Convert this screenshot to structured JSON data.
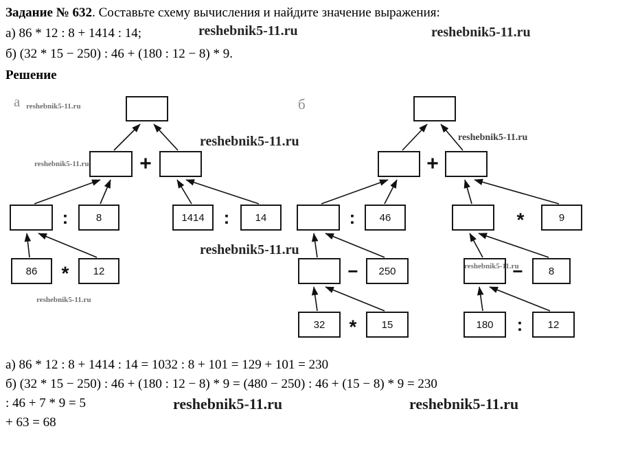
{
  "watermark": "reshebnik5-11.ru",
  "header": {
    "task_label": "Задание № 632",
    "task_text": ". Составьте схему вычисления и найдите значение выражения:",
    "expr_a": "а) 86 * 12 : 8 + 1414 : 14;",
    "expr_b": "б) (32 * 15 − 250) : 46 + (180 : 12 − 8) * 9.",
    "solution_label": "Решение"
  },
  "diagram_a": {
    "label": "а",
    "ops": {
      "plus": "+",
      "div_left": ":",
      "div_right": ":",
      "mul": "*"
    },
    "boxes": {
      "b8": "8",
      "b1414": "1414",
      "b14": "14",
      "b86": "86",
      "b12": "12"
    }
  },
  "diagram_b": {
    "label": "б",
    "ops": {
      "plus": "+",
      "div_top": ":",
      "mul_top": "*",
      "minus_left": "−",
      "minus_right": "−",
      "mul_bottom": "*",
      "div_bottom": ":"
    },
    "boxes": {
      "b46": "46",
      "b9": "9",
      "b250": "250",
      "b8": "8",
      "b32": "32",
      "b15": "15",
      "b180": "180",
      "b12": "12"
    }
  },
  "results": {
    "line_a": "а) 86 * 12 : 8 + 1414 : 14 = 1032 : 8 + 101 = 129 + 101 = 230",
    "line_b1": "б) (32 * 15 − 250) : 46 + (180 : 12 − 8) * 9 = (480 − 250) : 46 + (15 − 8) * 9 = 230",
    "line_b2": ": 46 + 7 * 9 = 5",
    "line_b3": "+ 63 = 68"
  }
}
